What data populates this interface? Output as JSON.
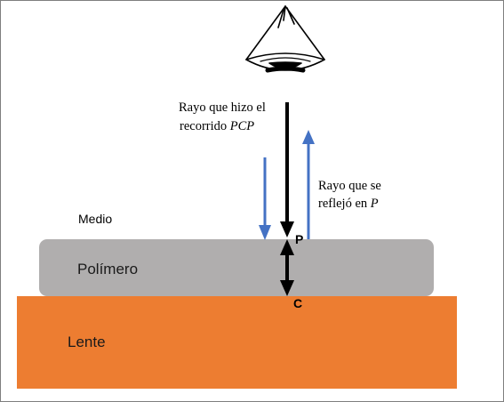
{
  "labels": {
    "ray_pcp_line1": "Rayo que hizo el",
    "ray_pcp_line2_prefix": "recorrido ",
    "ray_pcp_line2_italic": "PCP",
    "ray_reflect_line1": "Rayo que se",
    "ray_reflect_line2_prefix": "reflejó en ",
    "ray_reflect_line2_italic": "P",
    "medium": "Medio",
    "polymer": "Polímero",
    "lens": "Lente",
    "point_p": "P",
    "point_c": "C"
  },
  "colors": {
    "polymer_fill": "#b0aeae",
    "lens_fill": "#ed7d31",
    "blue_ray": "#4472c4",
    "black_ray": "#000000"
  },
  "icons": {
    "eye": "eye-icon"
  }
}
